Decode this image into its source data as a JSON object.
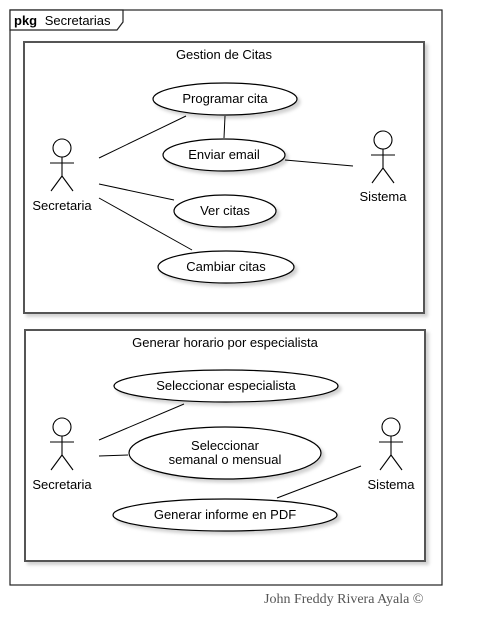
{
  "package": {
    "keyword": "pkg",
    "name": "Secretarias"
  },
  "systems": [
    {
      "title": "Gestion de Citas",
      "actors": [
        "Secretaria",
        "Sistema"
      ],
      "use_cases": [
        "Programar cita",
        "Enviar email",
        "Ver citas",
        "Cambiar citas"
      ]
    },
    {
      "title": "Generar horario por especialista",
      "actors": [
        "Secretaria",
        "Sistema"
      ],
      "use_cases": [
        "Seleccionar especialista",
        "Seleccionar",
        "semanal o mensual",
        "Generar informe en PDF"
      ]
    }
  ],
  "footer": "John Freddy Rivera Ayala ©"
}
